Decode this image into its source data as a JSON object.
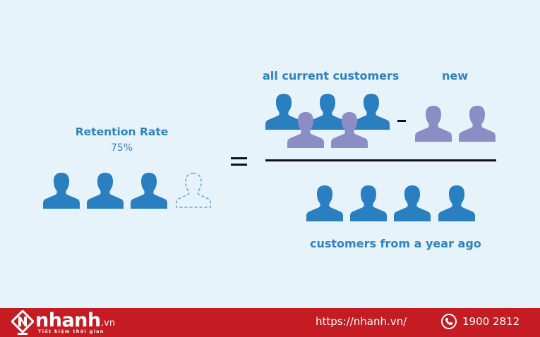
{
  "colors": {
    "background": "#e6f3fb",
    "current_customer": "#2a7fc1",
    "new_customer": "#8b8ec4",
    "lost_customer_outline": "#6aa5d4",
    "label_text": "#2f82be",
    "footer_background": "#c41c22",
    "footer_text": "#ffffff"
  },
  "retention": {
    "title": "Retention Rate",
    "value": "75%",
    "icons": [
      "person-retained",
      "person-retained",
      "person-retained",
      "person-lost-dashed"
    ]
  },
  "formula": {
    "equals_symbol": "=",
    "minus_symbol": "-",
    "numerator_left_label": "all current customers",
    "numerator_left_icons": {
      "current_customers": 3,
      "new_customers_overlapping": 2
    },
    "numerator_right_label": "new",
    "numerator_right_icons": 2,
    "denominator_label": "customers from a year ago",
    "denominator_icons": 4
  },
  "footer": {
    "brand": "nhanh",
    "brand_tld": ".vn",
    "tagline": "Tiết kiệm thời gian",
    "url": "https://nhanh.vn/",
    "phone_icon": "phone-icon",
    "phone": "1900 2812"
  }
}
